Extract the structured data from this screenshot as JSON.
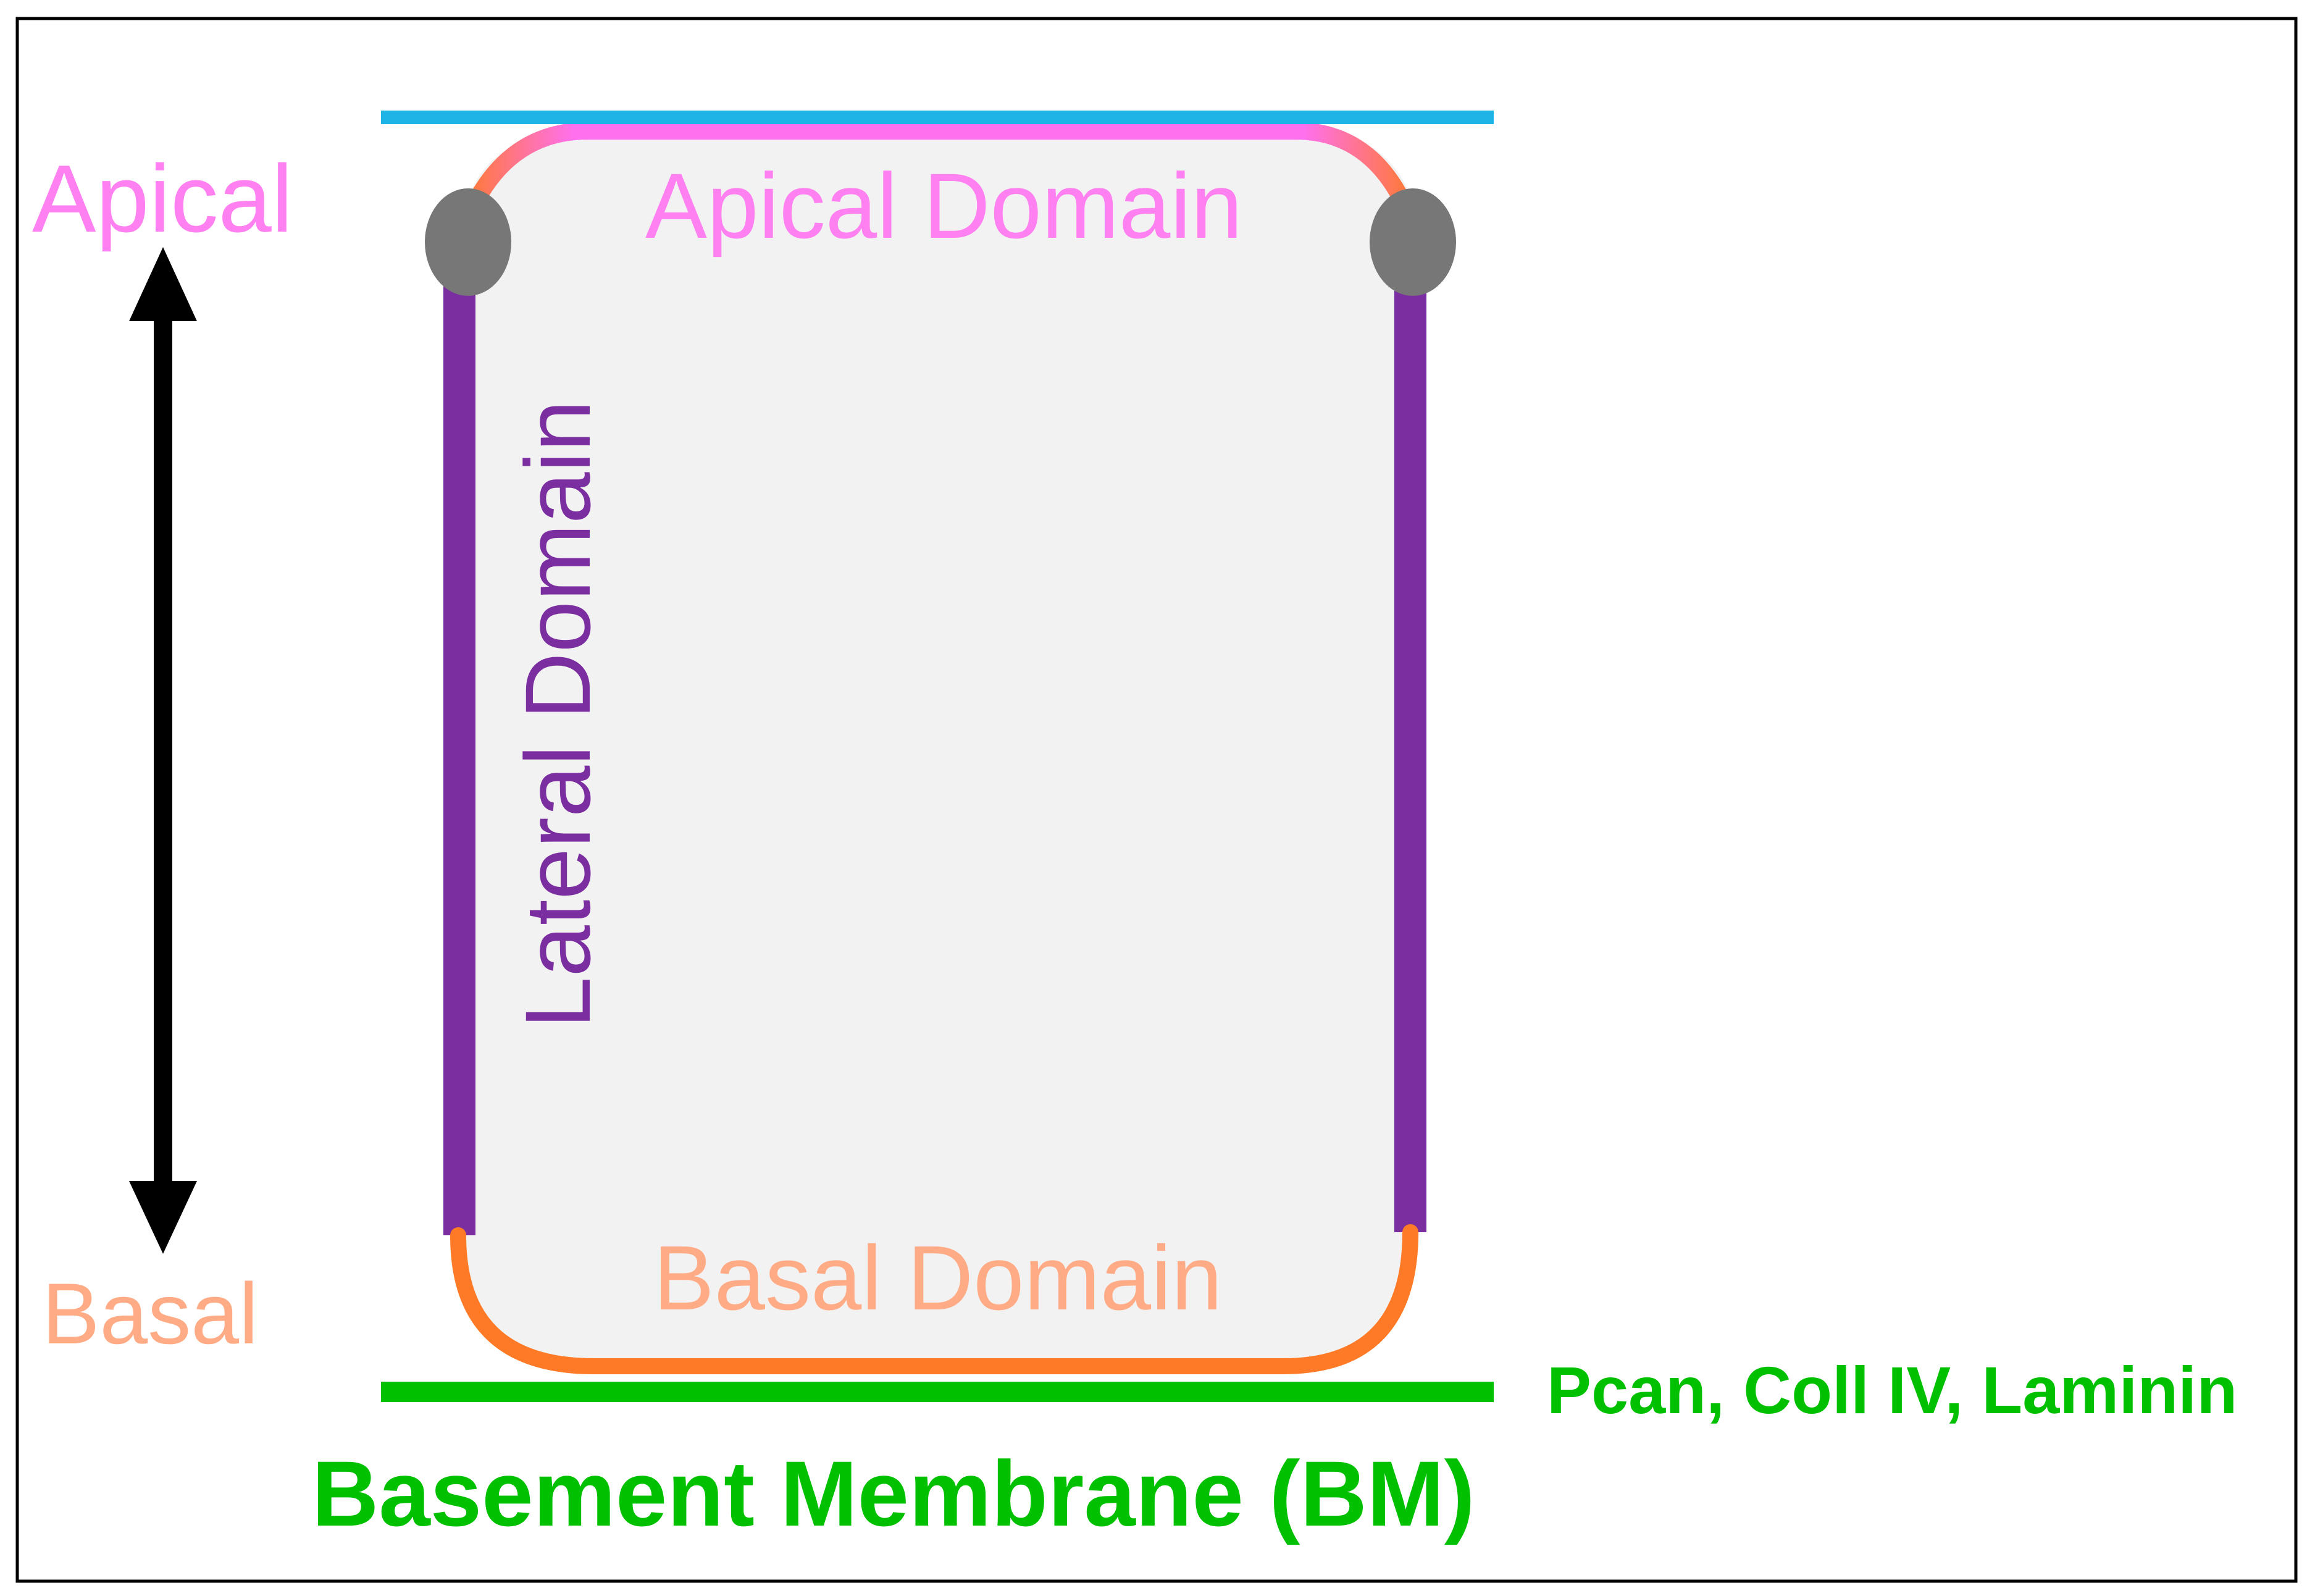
{
  "labels": {
    "apical": "Apical",
    "basal": "Basal",
    "apical_domain": "Apical Domain",
    "lateral_domain": "Lateral Domain",
    "basal_domain": "Basal Domain",
    "bm_components": "Pcan, Coll IV, Laminin",
    "basement_membrane": "Basement Membrane (BM)"
  },
  "colors": {
    "apical": "#ff80f0",
    "basal": "#ffab86",
    "lateral": "#7b2ea0",
    "basal_membrane_edge": "#ff7a26",
    "apical_line": "#1fb4e6",
    "basement_membrane": "#00c000",
    "junction": "#777777",
    "cell_fill": "#f2f2f2",
    "arrow": "#000000",
    "frame": "#000000"
  }
}
